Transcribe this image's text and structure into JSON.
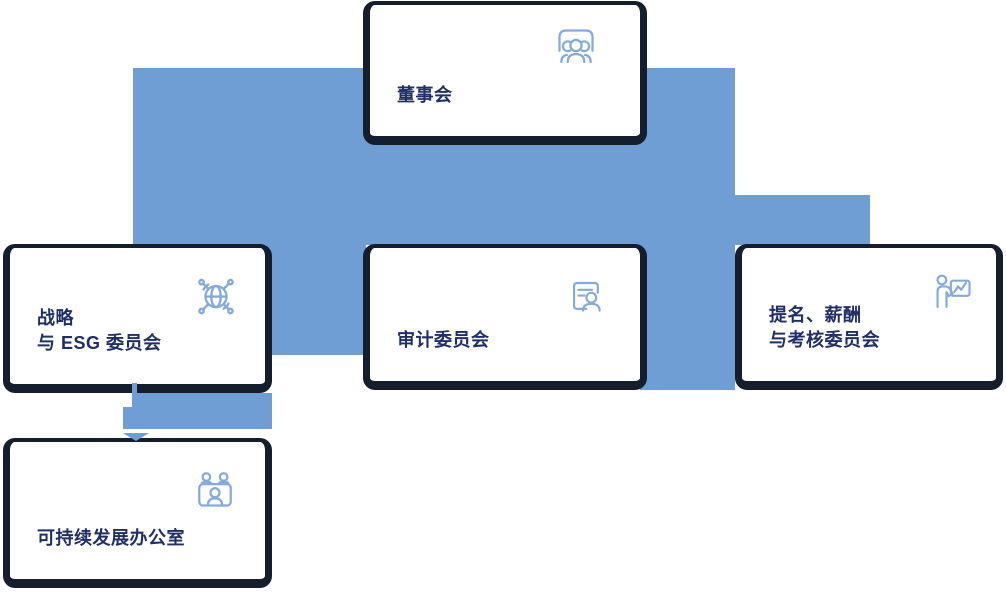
{
  "palette": {
    "connector_blue": "#6F9ED5",
    "node_border_dark": "#141E2C",
    "node_background": "#FFFFFF",
    "label_navy": "#1F3069",
    "icon_light_blue": "#84ABDC"
  },
  "org_chart": {
    "nodes": [
      {
        "id": "board",
        "label_lines": [
          "董事会"
        ],
        "icon": "board-meeting-icon"
      },
      {
        "id": "strategy-esg-committee",
        "label_lines": [
          "战略",
          "与 ESG 委员会"
        ],
        "icon": "globe-network-icon"
      },
      {
        "id": "audit-committee",
        "label_lines": [
          "审计委员会"
        ],
        "icon": "audit-card-icon"
      },
      {
        "id": "nomination-remuneration-assessment-committee",
        "label_lines": [
          "提名、薪酬",
          "与考核委员会"
        ],
        "icon": "presenter-chart-icon"
      },
      {
        "id": "sustainability-office",
        "label_lines": [
          "可持续发展办公室"
        ],
        "icon": "meeting-group-icon"
      }
    ]
  }
}
